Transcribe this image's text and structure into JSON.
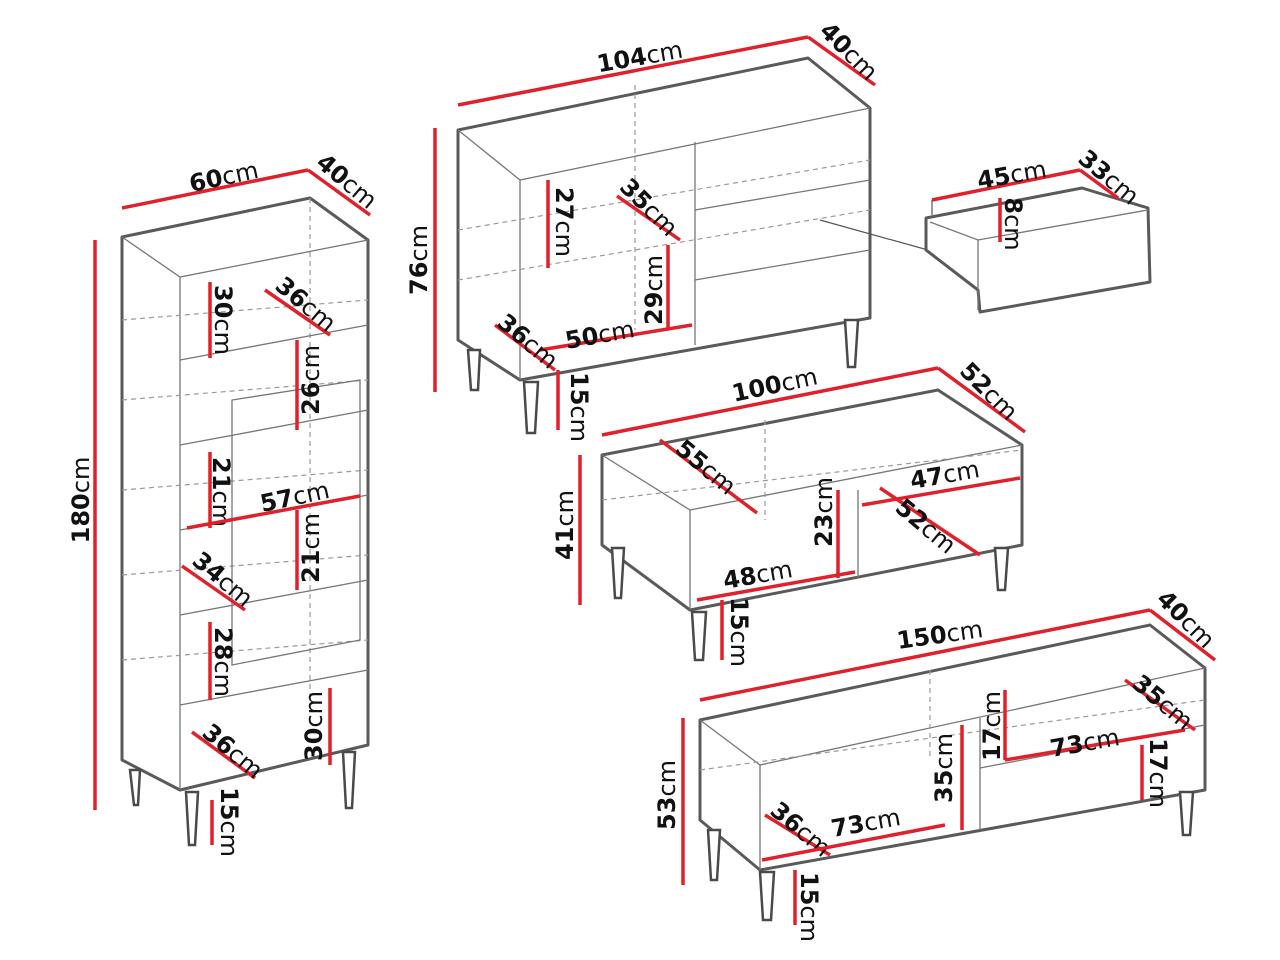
{
  "unit": "cm",
  "colors": {
    "dimension_line": "#e0202a",
    "outline": "#5a5a5a"
  },
  "tall_cabinet": {
    "dimensions": [
      "60",
      "40",
      "180",
      "30",
      "36",
      "26",
      "21",
      "57",
      "21",
      "34",
      "28",
      "36",
      "30",
      "15"
    ]
  },
  "sideboard": {
    "dimensions": [
      "104",
      "40",
      "76",
      "27",
      "35",
      "29",
      "50",
      "36",
      "15"
    ]
  },
  "drawer": {
    "dimensions": [
      "45",
      "33",
      "8"
    ]
  },
  "coffee_table": {
    "dimensions": [
      "100",
      "52",
      "41",
      "55",
      "23",
      "47",
      "52",
      "48",
      "15"
    ]
  },
  "tv_stand": {
    "dimensions": [
      "150",
      "40",
      "53",
      "36",
      "73",
      "35",
      "17",
      "73",
      "35",
      "17",
      "15"
    ]
  }
}
